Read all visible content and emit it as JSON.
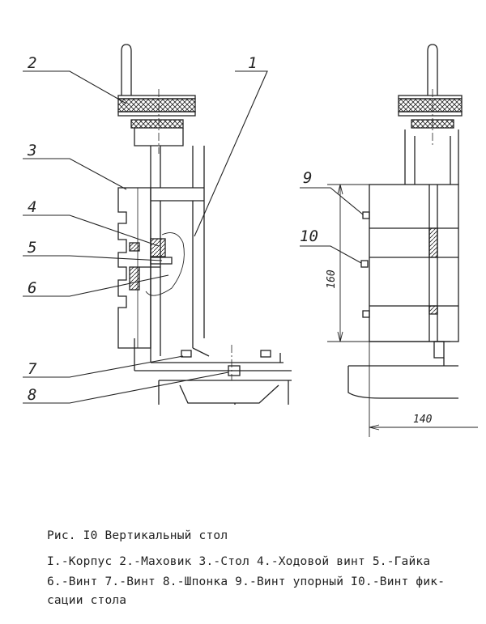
{
  "figure": {
    "labels": [
      "1",
      "2",
      "3",
      "4",
      "5",
      "6",
      "7",
      "8",
      "9",
      "10"
    ],
    "dimensions": {
      "height": "160",
      "width": "140"
    }
  },
  "caption": {
    "title": "Рис. I0 Вертикальный стол",
    "lines": [
      "I.-Корпус 2.-Маховик 3.-Стол 4.-Ходовой винт 5.-Гайка",
      "6.-Винт 7.-Винт 8.-Шпонка 9.-Винт упорный I0.-Винт фик-",
      "сации стола"
    ]
  },
  "colors": {
    "ink": "#222222",
    "paper": "#ffffff"
  }
}
